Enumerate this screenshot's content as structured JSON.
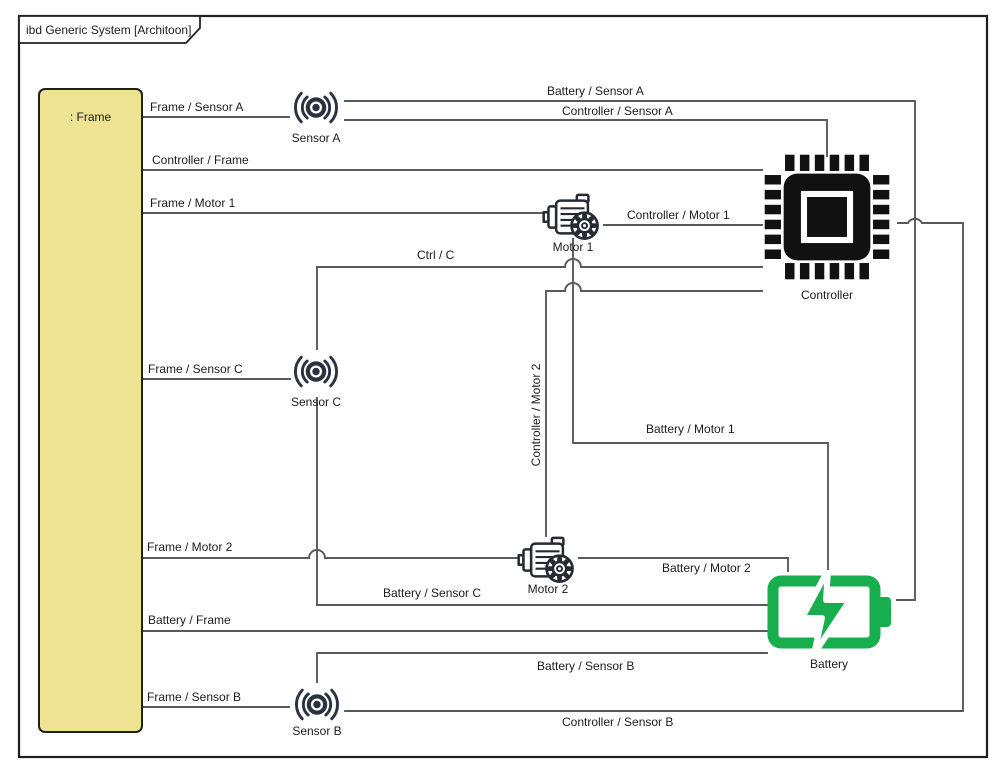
{
  "diagram": {
    "title": "ibd Generic System [Architoon]"
  },
  "blocks": {
    "frame": {
      "label": ": Frame"
    }
  },
  "components": {
    "sensor_a": {
      "label": "Sensor A"
    },
    "sensor_c": {
      "label": "Sensor C"
    },
    "sensor_b": {
      "label": "Sensor B"
    },
    "motor_1": {
      "label": "Motor 1"
    },
    "motor_2": {
      "label": "Motor 2"
    },
    "controller": {
      "label": "Controller"
    },
    "battery": {
      "label": "Battery"
    }
  },
  "connections": {
    "frame_sensor_a": "Frame / Sensor A",
    "battery_sensor_a": "Battery / Sensor A",
    "controller_sensor_a": "Controller / Sensor A",
    "controller_frame": "Controller / Frame",
    "frame_motor_1": "Frame / Motor 1",
    "controller_motor_1": "Controller / Motor 1",
    "ctrl_c": "Ctrl / C",
    "frame_sensor_c": "Frame / Sensor C",
    "controller_motor_2": "Controller / Motor 2",
    "battery_motor_1": "Battery / Motor 1",
    "frame_motor_2": "Frame / Motor 2",
    "battery_motor_2": "Battery / Motor 2",
    "battery_sensor_c": "Battery / Sensor C",
    "battery_frame": "Battery / Frame",
    "battery_sensor_b": "Battery / Sensor B",
    "frame_sensor_b": "Frame / Sensor B",
    "controller_sensor_b": "Controller / Sensor B"
  },
  "colors": {
    "frame_fill": "#EDE392",
    "battery_green": "#17AE4E",
    "icon_ink": "#2C3340",
    "chip_ink": "#111111",
    "connector": "#5A5A5A"
  }
}
